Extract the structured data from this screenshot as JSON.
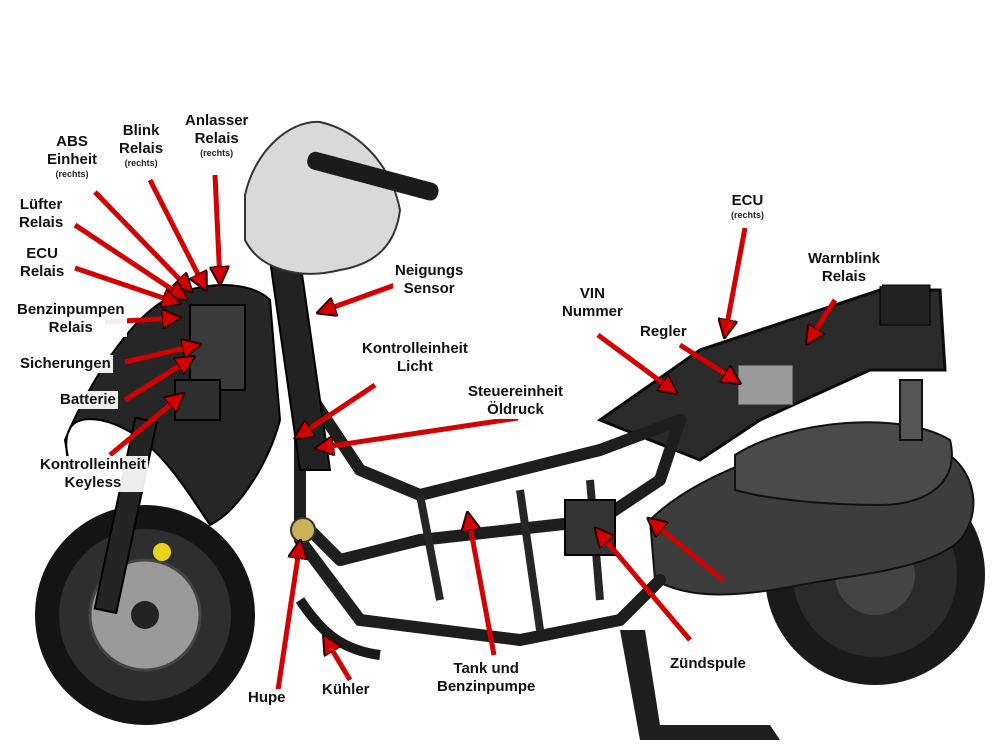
{
  "labels": {
    "abs": {
      "line1": "ABS",
      "line2": "Einheit",
      "note": "(rechts)"
    },
    "blink": {
      "line1": "Blink",
      "line2": "Relais",
      "note": "(rechts)"
    },
    "anlasser": {
      "line1": "Anlasser",
      "line2": "Relais",
      "note": "(rechts)"
    },
    "luefter": {
      "line1": "Lüfter",
      "line2": "Relais"
    },
    "ecu_left": {
      "line1": "ECU",
      "line2": "Relais"
    },
    "benzinpumpen": {
      "line1": "Benzinpumpen",
      "line2": "Relais"
    },
    "sicherungen": {
      "line1": "Sicherungen"
    },
    "batterie": {
      "line1": "Batterie"
    },
    "keyless": {
      "line1": "Kontrolleinheit",
      "line2": "Keyless"
    },
    "neigung": {
      "line1": "Neigungs",
      "line2": "Sensor"
    },
    "licht": {
      "line1": "Kontrolleinheit",
      "line2": "Licht"
    },
    "oeldruck": {
      "line1": "Steuereinheit",
      "line2": "Öldruck"
    },
    "vin": {
      "line1": "VIN",
      "line2": "Nummer"
    },
    "regler": {
      "line1": "Regler"
    },
    "ecu_right": {
      "line1": "ECU",
      "note": "(rechts)"
    },
    "warnblink": {
      "line1": "Warnblink",
      "line2": "Relais"
    },
    "hupe": {
      "line1": "Hupe"
    },
    "kuehler": {
      "line1": "Kühler"
    },
    "tank": {
      "line1": "Tank und",
      "line2": "Benzinpumpe"
    },
    "zuendspule": {
      "line1": "Zündspule"
    }
  },
  "colors": {
    "arrow": "#d40000",
    "arrow_outline": "#2a0000",
    "frame": "#1e1e1e",
    "tire": "#151515",
    "cover": "#3a3a3a"
  }
}
